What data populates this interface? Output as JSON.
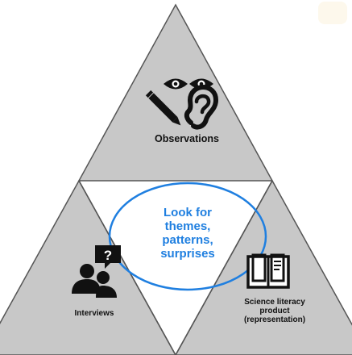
{
  "diagram": {
    "top_label": "Observations",
    "left_label": "Interviews",
    "right_label_lines": [
      "Science literacy",
      "product",
      "(representation)"
    ],
    "center_lines": [
      "Look for",
      "themes,",
      "patterns,",
      "surprises"
    ],
    "question_mark": "?"
  },
  "colors": {
    "triangle_fill": "#c8c8c8",
    "triangle_stroke": "#555555",
    "ellipse_stroke": "#1f7fe0",
    "center_text": "#1f7fe0",
    "icon": "#111111",
    "background": "#ffffff"
  },
  "icons": [
    "eyes-icon",
    "pencil-icon",
    "ear-icon",
    "people-chat-icon",
    "book-icon"
  ]
}
